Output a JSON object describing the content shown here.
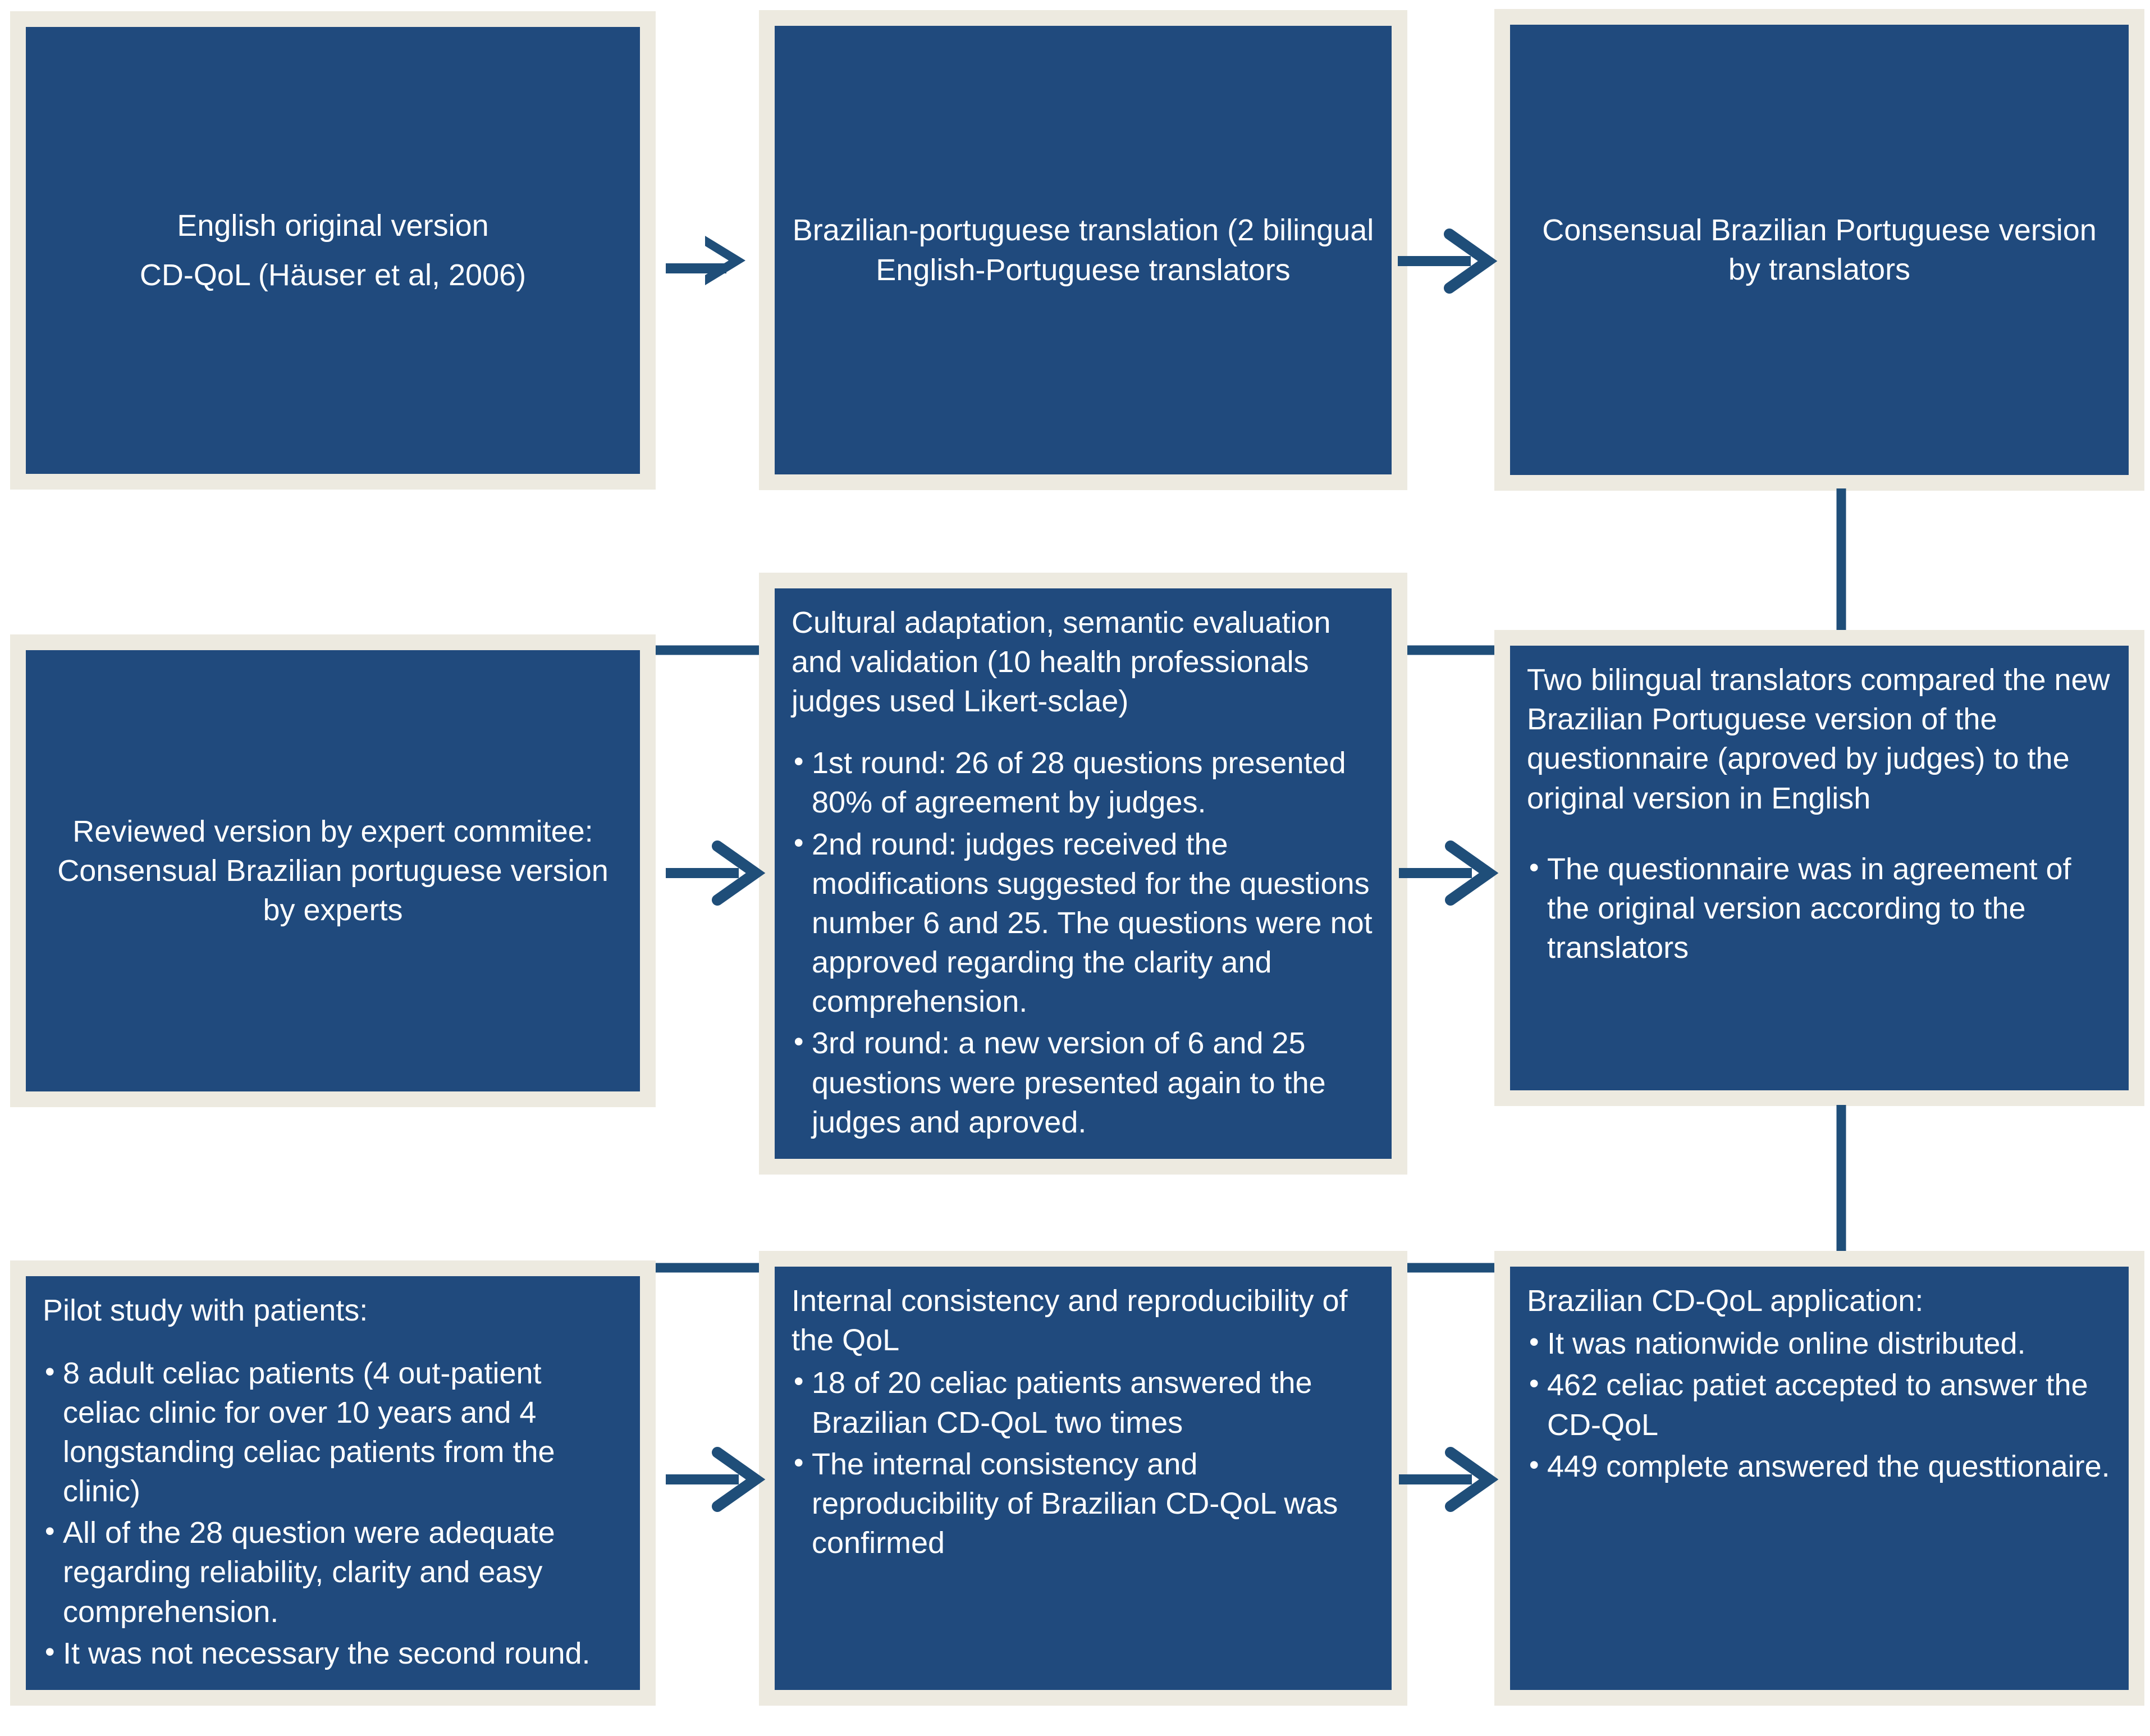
{
  "diagram": {
    "title": "CD-QoL Brazilian Portuguese cross-cultural adaptation flowchart",
    "colors": {
      "box_fill": "#204A7D",
      "box_border": "#EDEAE0",
      "connector": "#1F4E79",
      "text": "#FFFFFF",
      "background": "#FFFFFF"
    },
    "boxes": [
      {
        "id": "english-original-version",
        "row": 1,
        "col": 1,
        "style": "centered",
        "lines": [
          "English original version",
          "CD-QoL (Häuser et al, 2006)"
        ]
      },
      {
        "id": "brazilian-portuguese-translation",
        "row": 1,
        "col": 2,
        "style": "centered",
        "lines": [
          "Brazilian-portuguese translation (2 bilingual English-Portuguese translators"
        ]
      },
      {
        "id": "consensual-version-by-translators",
        "row": 1,
        "col": 3,
        "style": "centered",
        "lines": [
          "Consensual Brazilian Portuguese version by translators"
        ]
      },
      {
        "id": "reviewed-version-by-expert-commitee",
        "row": 2,
        "col": 1,
        "style": "centered",
        "lines": [
          "Reviewed version by expert commitee: Consensual Brazilian portuguese version by experts"
        ]
      },
      {
        "id": "cultural-adaptation",
        "row": 2,
        "col": 2,
        "style": "bulleted",
        "heading": "Cultural adaptation, semantic evaluation and validation (10 health professionals judges used Likert-sclae)",
        "bullets": [
          "1st round: 26 of 28 questions presented 80% of agreement by judges.",
          "2nd round: judges received the modifications suggested for the questions number 6 and 25. The questions were not approved regarding the clarity and comprehension.",
          "3rd round: a new version of 6 and 25 questions were presented again to the judges and aproved."
        ]
      },
      {
        "id": "two-bilingual-translators-compared",
        "row": 2,
        "col": 3,
        "style": "bulleted",
        "heading": "Two bilingual translators compared the new Brazilian Portuguese version of the questionnaire (aproved by judges) to the original version in English",
        "bullets": [
          "The questionnaire was in agreement of the original version according to the translators"
        ]
      },
      {
        "id": "pilot-study-with-patients",
        "row": 3,
        "col": 1,
        "style": "bulleted",
        "heading": "Pilot study with patients:",
        "bullets": [
          "8 adult celiac patients (4 out-patient celiac clinic for over 10 years and 4 longstanding celiac patients from the clinic)",
          "All of the 28 question were adequate regarding reliability, clarity and easy comprehension.",
          "It was not necessary the second round."
        ]
      },
      {
        "id": "internal-consistency-reproducibility",
        "row": 3,
        "col": 2,
        "style": "bulleted",
        "heading": "Internal consistency and reproducibility of the QoL",
        "bullets": [
          "18 of 20 celiac patients answered the Brazilian CD-QoL two times",
          "The internal consistency and reproducibility of Brazilian CD-QoL was confirmed"
        ]
      },
      {
        "id": "brazilian-cd-qol-application",
        "row": 3,
        "col": 3,
        "style": "bulleted",
        "heading": "Brazilian CD-QoL application:",
        "bullets": [
          "It was nationwide online distributed.",
          "462 celiac patiet accepted to answer the CD-QoL",
          "449 complete answered the questtionaire."
        ]
      }
    ],
    "connectors": [
      {
        "id": "arrow-r1-c1-to-c2",
        "kind": "arrow-right"
      },
      {
        "id": "arrow-r1-c2-to-c3",
        "kind": "arrow-right"
      },
      {
        "id": "elbow-r1-c3-to-r2-c1",
        "kind": "elbow-down-left"
      },
      {
        "id": "arrow-r2-c1-to-c2",
        "kind": "arrow-right"
      },
      {
        "id": "arrow-r2-c2-to-c3",
        "kind": "arrow-right"
      },
      {
        "id": "elbow-r2-c3-to-r3-c1",
        "kind": "elbow-down-left"
      },
      {
        "id": "arrow-r3-c1-to-c2",
        "kind": "arrow-right"
      },
      {
        "id": "arrow-r3-c2-to-c3",
        "kind": "arrow-right"
      }
    ]
  }
}
